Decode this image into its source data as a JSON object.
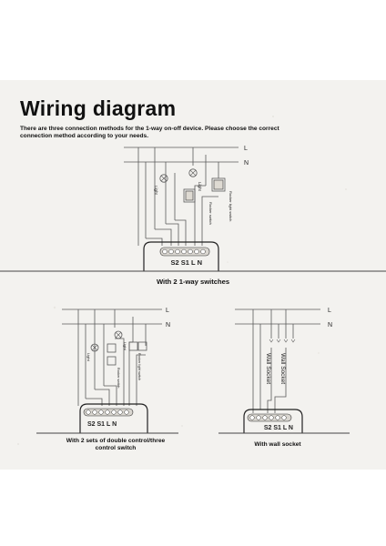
{
  "title": "Wiring diagram",
  "subtitle": "There are three connection methods for the 1-way on-off device. Please choose the correct connection method according to your needs.",
  "wire_labels": {
    "live": "L",
    "neutral": "N"
  },
  "module_terminals": "S2 S1 L N",
  "diagrams": [
    {
      "caption": "With 2 1-way switches",
      "light_label": "Light",
      "switch_labels": [
        "Rocker switch",
        "Rocker light switch"
      ]
    },
    {
      "caption": "With 2 sets of double control/three control switch",
      "light_label": "Light",
      "switch_labels": [
        "Rocker switch",
        "Rocker light switch"
      ]
    },
    {
      "caption": "With wall socket",
      "socket_labels": [
        "Wall Socket",
        "Wall Socket"
      ]
    }
  ],
  "colors": {
    "background": "#f3f2ef",
    "wire": "#555555",
    "text": "#111111"
  }
}
